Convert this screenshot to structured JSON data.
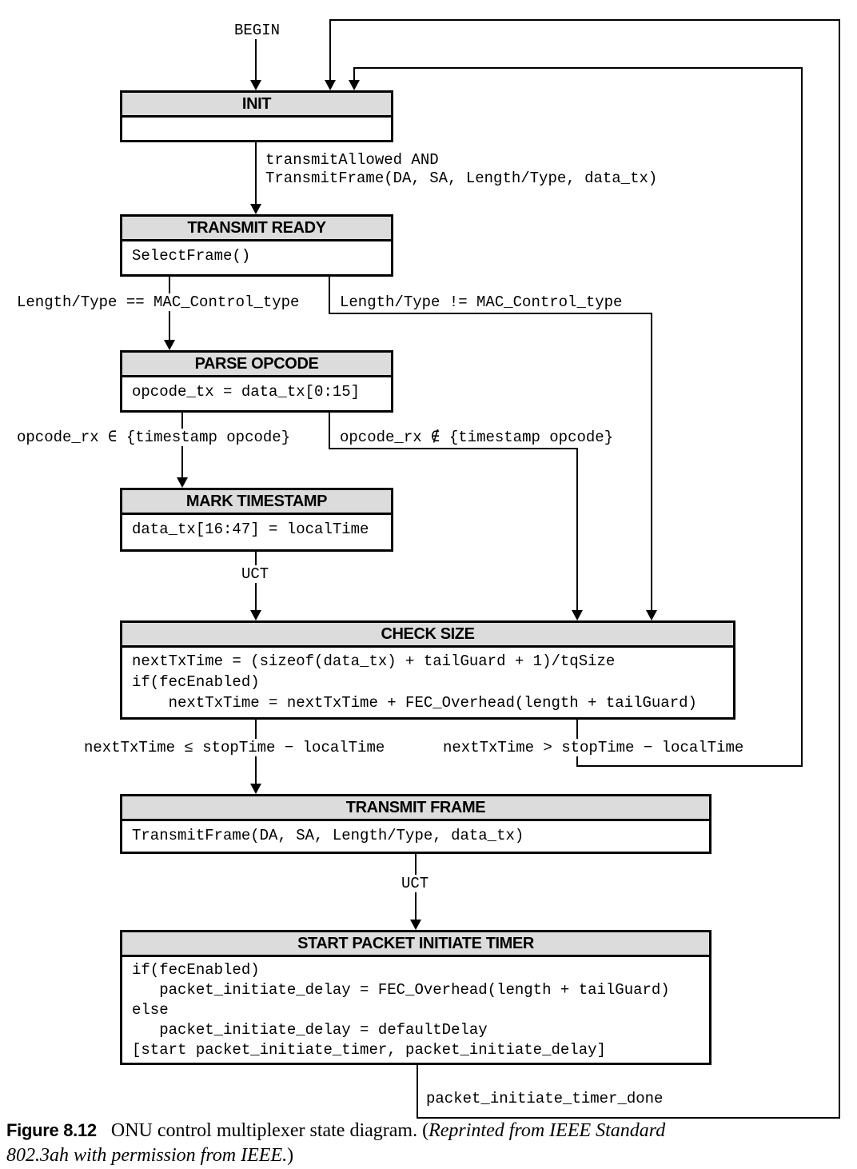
{
  "colors": {
    "background": "#ffffff",
    "state_header_fill": "#dcdcdc",
    "line": "#000000"
  },
  "begin_label": "BEGIN",
  "states": {
    "init": {
      "title": "INIT",
      "lines": []
    },
    "transmit_ready": {
      "title": "TRANSMIT READY",
      "lines": [
        "SelectFrame()"
      ]
    },
    "parse_opcode": {
      "title": "PARSE OPCODE",
      "lines": [
        "opcode_tx = data_tx[0:15]"
      ]
    },
    "mark_timestamp": {
      "title": "MARK TIMESTAMP",
      "lines": [
        "data_tx[16:47] = localTime"
      ]
    },
    "check_size": {
      "title": "CHECK SIZE",
      "lines": [
        "nextTxTime = (sizeof(data_tx) + tailGuard + 1)/tqSize",
        "if(fecEnabled)",
        "    nextTxTime = nextTxTime + FEC_Overhead(length + tailGuard)"
      ]
    },
    "transmit_frame": {
      "title": "TRANSMIT FRAME",
      "lines": [
        "TransmitFrame(DA, SA, Length/Type, data_tx)"
      ]
    },
    "start_packet_initiate_timer": {
      "title": "START PACKET INITIATE TIMER",
      "lines": [
        "if(fecEnabled)",
        "   packet_initiate_delay = FEC_Overhead(length + tailGuard)",
        "else",
        "   packet_initiate_delay = defaultDelay",
        "[start packet_initiate_timer, packet_initiate_delay]"
      ]
    }
  },
  "transitions": {
    "init_to_transmit_ready": [
      "transmitAllowed AND",
      "TransmitFrame(DA, SA, Length/Type, data_tx)"
    ],
    "length_type_eq": "Length/Type == MAC_Control_type",
    "length_type_ne": "Length/Type != MAC_Control_type",
    "opcode_in": "opcode_rx ∈ {timestamp opcode}",
    "opcode_not_in": "opcode_rx ∉ {timestamp opcode}",
    "uct_mark_to_check": "UCT",
    "next_tx_le": "nextTxTime ≤ stopTime − localTime",
    "next_tx_gt": "nextTxTime > stopTime − localTime",
    "uct_frame_to_timer": "UCT",
    "timer_done": "packet_initiate_timer_done"
  },
  "caption": {
    "label": "Figure 8.12",
    "line1_roman": "ONU control multiplexer state diagram. (",
    "line1_italic": "Reprinted from IEEE Standard",
    "line2_italic": "802.3ah with permission from IEEE.",
    "line2_close": ")"
  }
}
